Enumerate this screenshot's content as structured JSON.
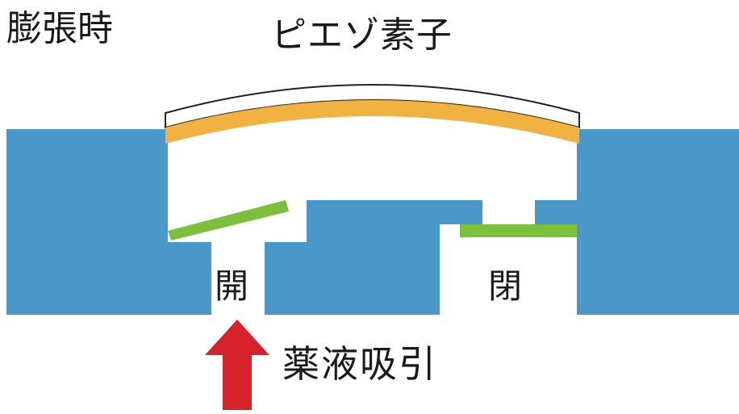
{
  "labels": {
    "state": "膨張時",
    "piezo": "ピエゾ素子",
    "inlet_valve": "開",
    "outlet_valve": "閉",
    "flow": "薬液吸引"
  },
  "colors": {
    "body": "#4a97c9",
    "piezo_layer": "#f2b23f",
    "valve": "#7bbf3a",
    "arrow": "#d8222a",
    "outline": "#222222"
  },
  "icons": {
    "flow_arrow": "arrow-up-icon"
  }
}
